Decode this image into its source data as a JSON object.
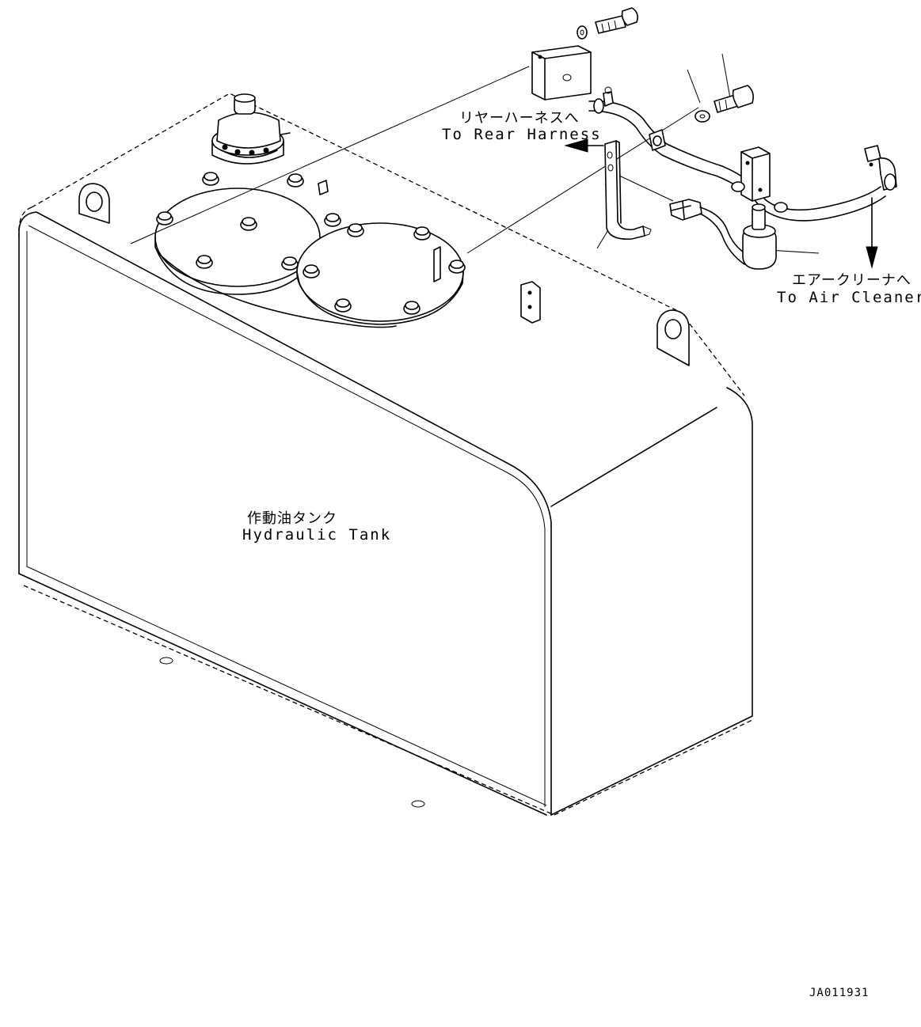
{
  "labels": {
    "rear_harness_jp": "リヤーハーネスへ",
    "rear_harness_en": "To Rear Harness",
    "air_cleaner_jp": "エアークリーナへ",
    "air_cleaner_en": "To Air Cleaner",
    "tank_jp": "作動油タンク",
    "tank_en": "Hydraulic Tank",
    "drawing_code": "JA011931"
  }
}
